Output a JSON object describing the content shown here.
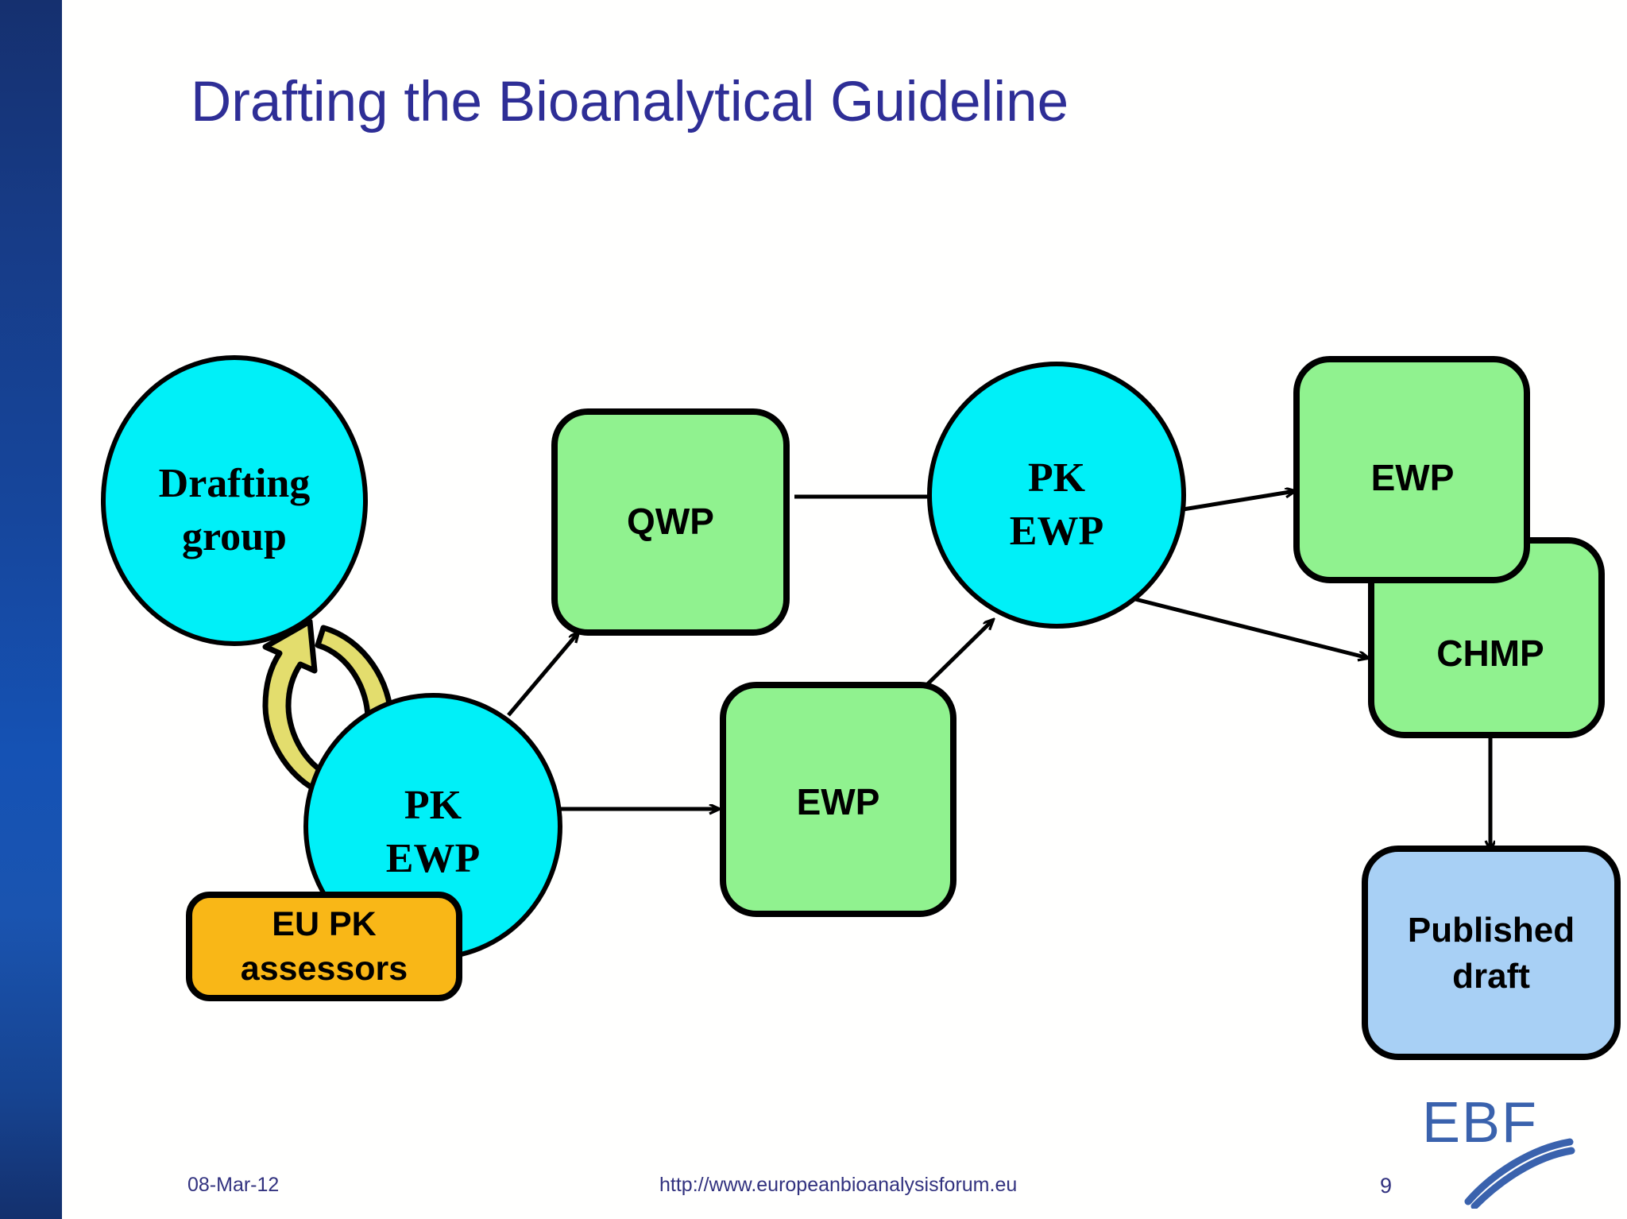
{
  "slide": {
    "title": "Drafting the Bioanalytical Guideline",
    "title_color": "#2e2e96",
    "background_color": "#fffffe",
    "sidebar_color": "#16469c"
  },
  "diagram": {
    "nodes": [
      {
        "id": "drafting-group",
        "label_line1": "Drafting",
        "label_line2": "group",
        "shape": "circle",
        "fill": "#00f0f8"
      },
      {
        "id": "pk-ewp-left",
        "label_line1": "PK",
        "label_line2": "EWP",
        "shape": "circle",
        "fill": "#00f0f8"
      },
      {
        "id": "eu-pk-assessors",
        "label_line1": "EU PK",
        "label_line2": "assessors",
        "shape": "rounded-rect",
        "fill": "#f9b717"
      },
      {
        "id": "qwp",
        "label_line1": "QWP",
        "label_line2": "",
        "shape": "rounded-rect",
        "fill": "#90f28f"
      },
      {
        "id": "ewp-middle",
        "label_line1": "EWP",
        "label_line2": "",
        "shape": "rounded-rect",
        "fill": "#90f28f"
      },
      {
        "id": "pk-ewp-center",
        "label_line1": "PK",
        "label_line2": "EWP",
        "shape": "circle",
        "fill": "#00f0f8"
      },
      {
        "id": "ewp-right",
        "label_line1": "EWP",
        "label_line2": "",
        "shape": "rounded-rect",
        "fill": "#90f28f"
      },
      {
        "id": "chmp",
        "label_line1": "CHMP",
        "label_line2": "",
        "shape": "rounded-rect",
        "fill": "#90f28f"
      },
      {
        "id": "published-draft",
        "label_line1": "Published",
        "label_line2": "draft",
        "shape": "rounded-rect",
        "fill": "#a8d0f5"
      }
    ],
    "cycle_arrow": {
      "id": "drafting-cycle",
      "fill": "#e3dd6d"
    },
    "edges": [
      {
        "from": "pk-ewp-left",
        "to": "qwp"
      },
      {
        "from": "pk-ewp-left",
        "to": "ewp-middle"
      },
      {
        "from": "qwp",
        "to": "pk-ewp-center"
      },
      {
        "from": "ewp-middle",
        "to": "pk-ewp-center"
      },
      {
        "from": "pk-ewp-center",
        "to": "ewp-right"
      },
      {
        "from": "pk-ewp-center",
        "to": "chmp"
      },
      {
        "from": "chmp",
        "to": "published-draft"
      }
    ]
  },
  "footer": {
    "date": "08-Mar-12",
    "url": "http://www.europeanbioanalysisforum.eu",
    "page_number": "9",
    "logo_text": "EBF",
    "logo_color": "#3a62ad"
  }
}
